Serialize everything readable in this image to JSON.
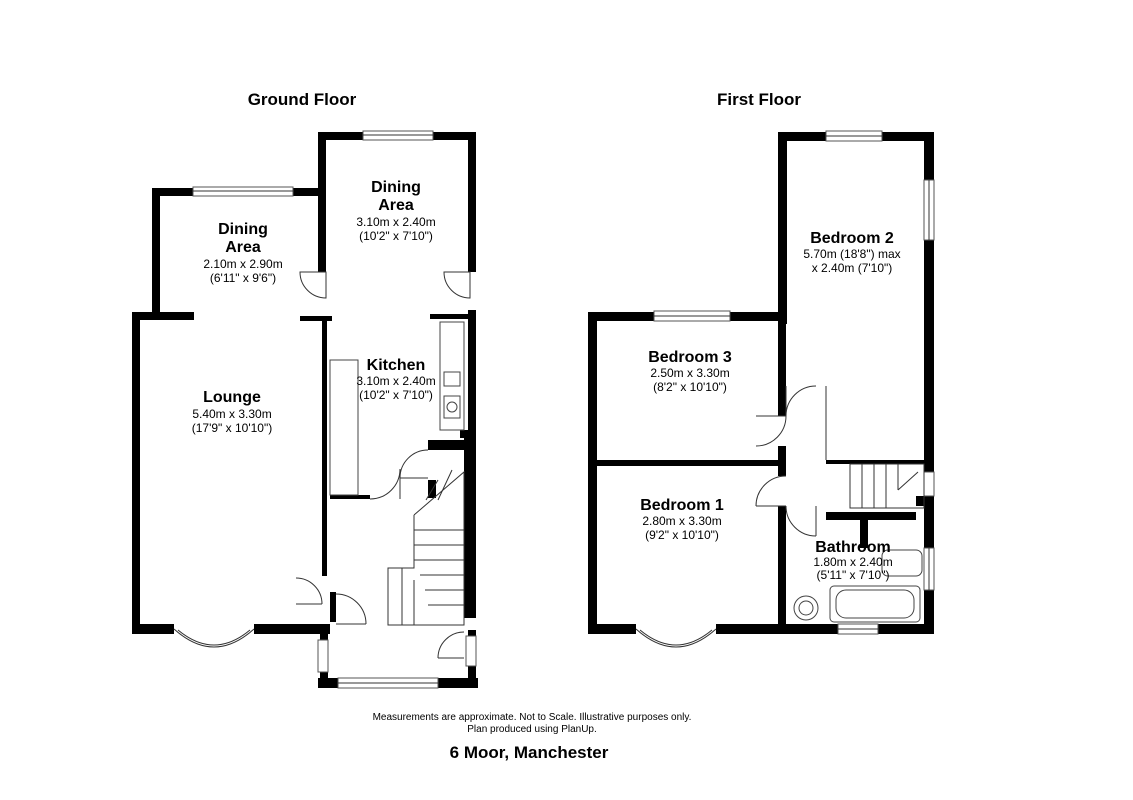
{
  "plan": {
    "ground_floor": {
      "title": "Ground Floor",
      "rooms": {
        "dining_left": {
          "name_line1": "Dining",
          "name_line2": "Area",
          "metric": "2.10m x 2.90m",
          "imperial": "(6'11\" x 9'6\")"
        },
        "dining_right": {
          "name_line1": "Dining",
          "name_line2": "Area",
          "metric": "3.10m x 2.40m",
          "imperial": "(10'2\" x 7'10\")"
        },
        "lounge": {
          "name": "Lounge",
          "metric": "5.40m x 3.30m",
          "imperial": "(17'9\" x 10'10\")"
        },
        "kitchen": {
          "name": "Kitchen",
          "metric": "3.10m x 2.40m",
          "imperial": "(10'2\" x 7'10\")"
        }
      }
    },
    "first_floor": {
      "title": "First Floor",
      "rooms": {
        "bedroom2": {
          "name": "Bedroom 2",
          "metric": "5.70m (18'8\") max",
          "imperial": "x 2.40m (7'10\")"
        },
        "bedroom3": {
          "name": "Bedroom 3",
          "metric": "2.50m x 3.30m",
          "imperial": "(8'2\" x 10'10\")"
        },
        "bedroom1": {
          "name": "Bedroom 1",
          "metric": "2.80m x 3.30m",
          "imperial": "(9'2\" x 10'10\")"
        },
        "bathroom": {
          "name": "Bathroom",
          "metric": "1.80m x 2.40m",
          "imperial": "(5'11\" x 7'10\")"
        }
      }
    },
    "disclaimer_line1": "Measurements are approximate. Not to Scale. Illustrative purposes only.",
    "disclaimer_line2": "Plan produced using PlanUp.",
    "address": "6 Moor, Manchester"
  }
}
